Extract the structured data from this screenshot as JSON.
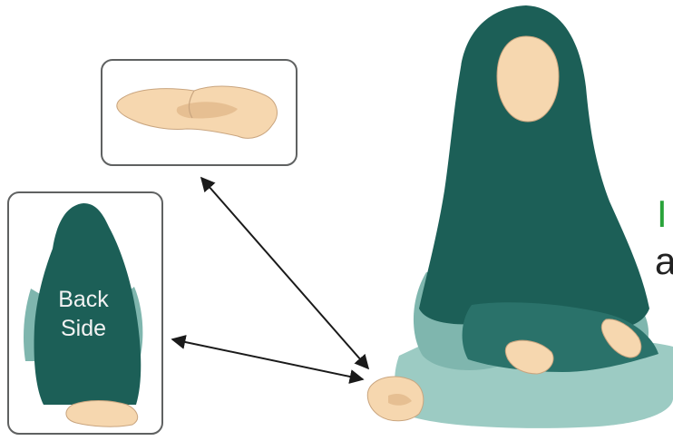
{
  "inset_back": {
    "line1": "Back",
    "line2": "Side"
  },
  "caption": {
    "line1": "I",
    "line2": "a"
  },
  "colors": {
    "robe_dark": "#1c5f57",
    "robe_light": "#7fb6ae",
    "skin": "#f6d7af",
    "arrow": "#1a1a1a",
    "caption_accent": "#2aa33a"
  }
}
